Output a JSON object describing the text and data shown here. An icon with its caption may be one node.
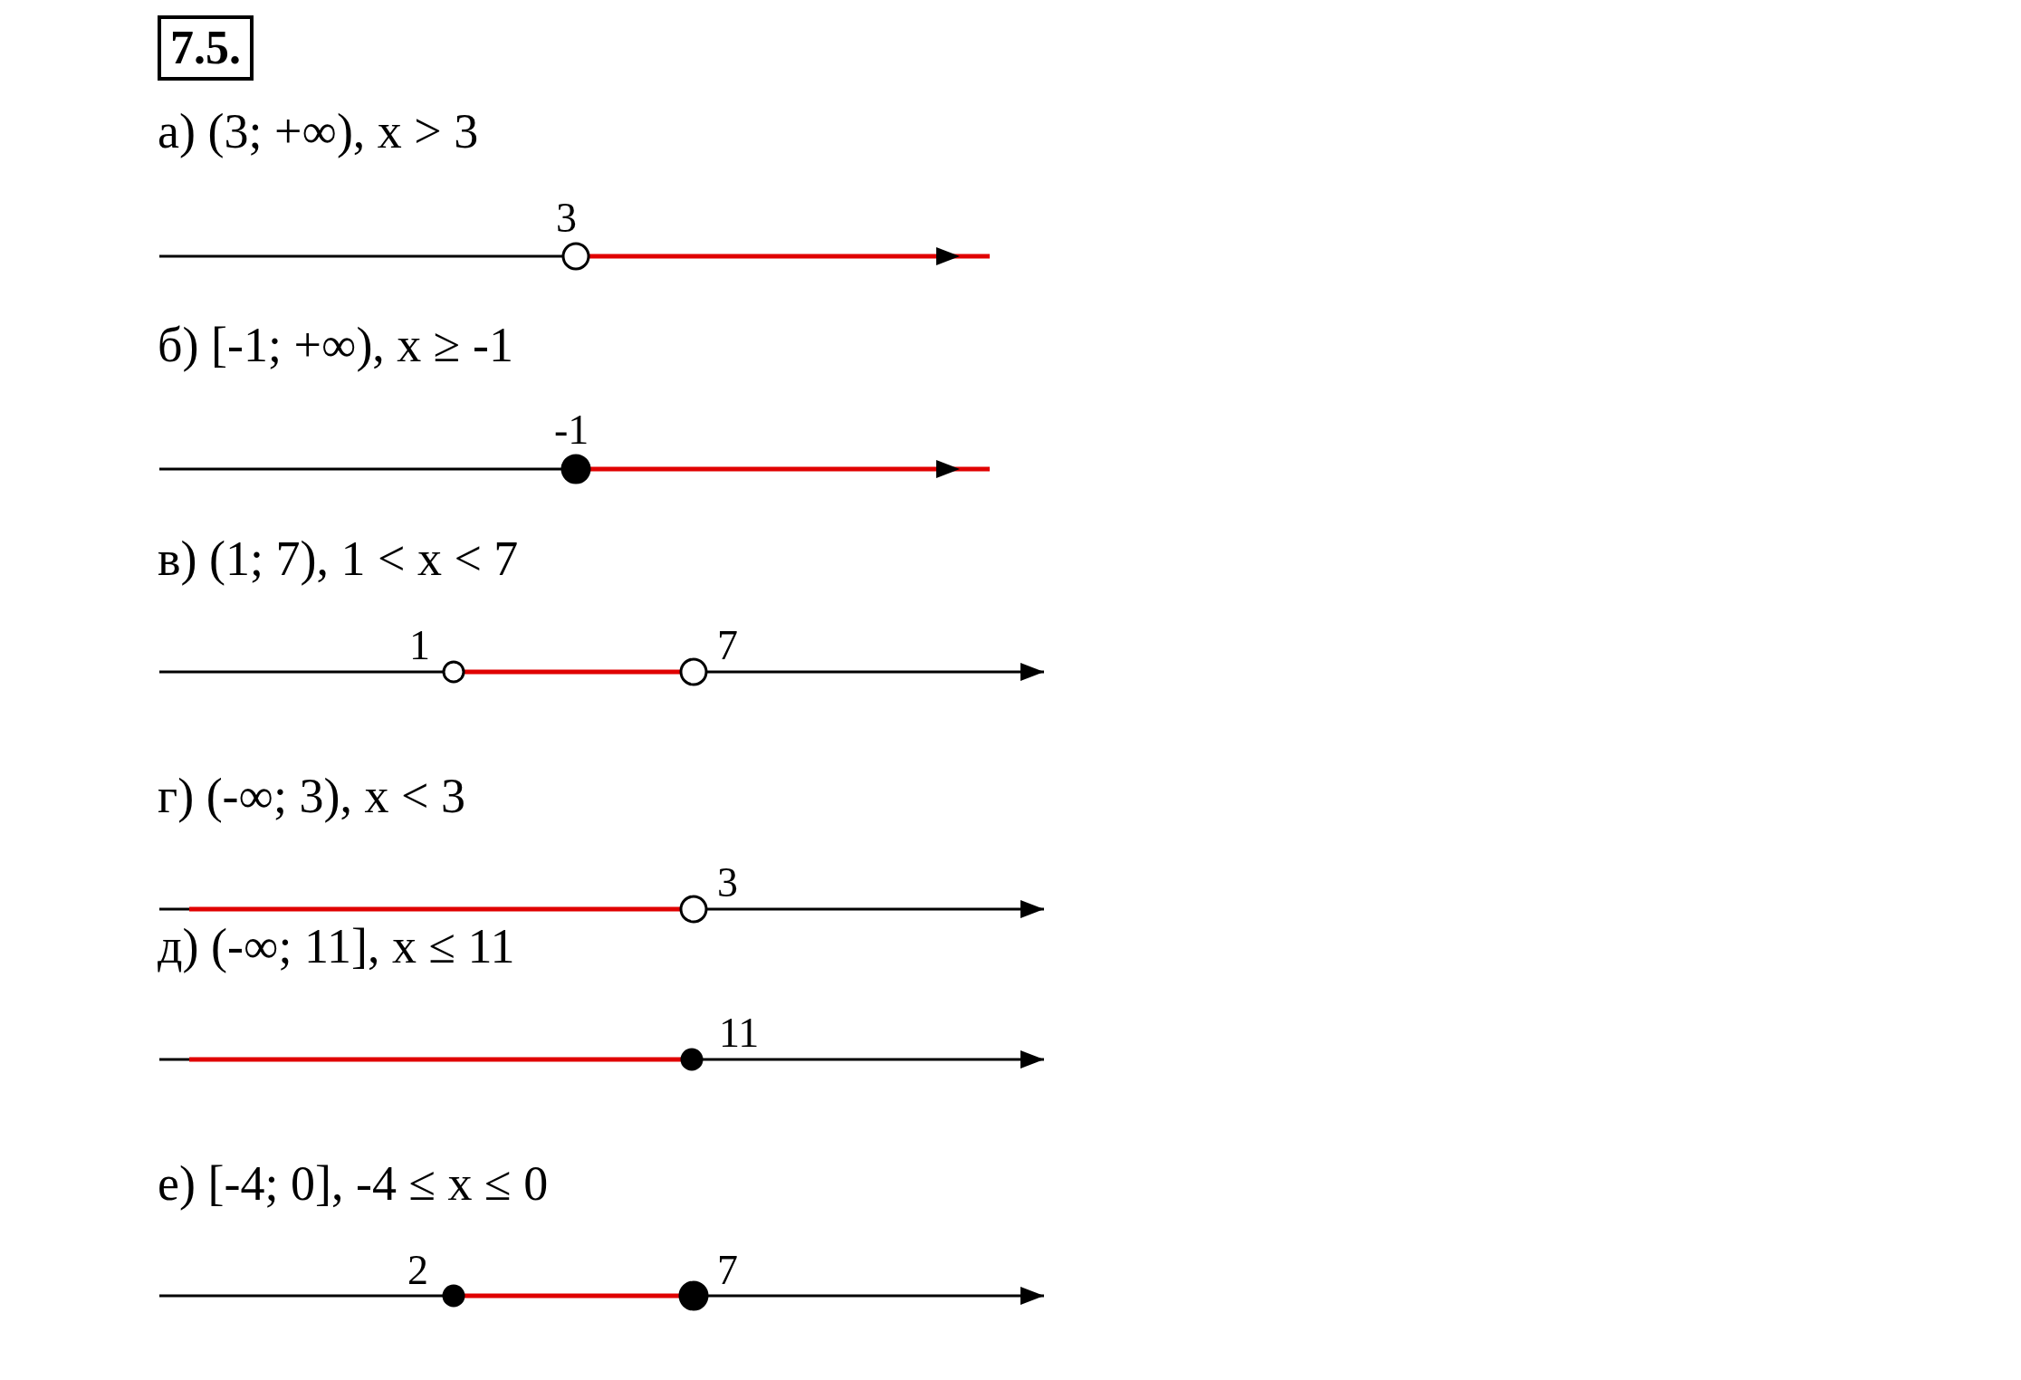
{
  "diagram": {
    "title": "7.5.",
    "labels": [
      "а) (3; +∞), x > 3",
      "3",
      "б) [-1; +∞), x ≥ -1",
      "-1",
      "в) (1; 7), 1 < x < 7",
      "1",
      "7",
      "г) (-∞; 3), x < 3",
      "3",
      "д) (-∞; 11], x ≤ 11",
      "11",
      "е) [-4; 0], -4 ≤ x ≤ 0",
      "2",
      "7"
    ]
  }
}
